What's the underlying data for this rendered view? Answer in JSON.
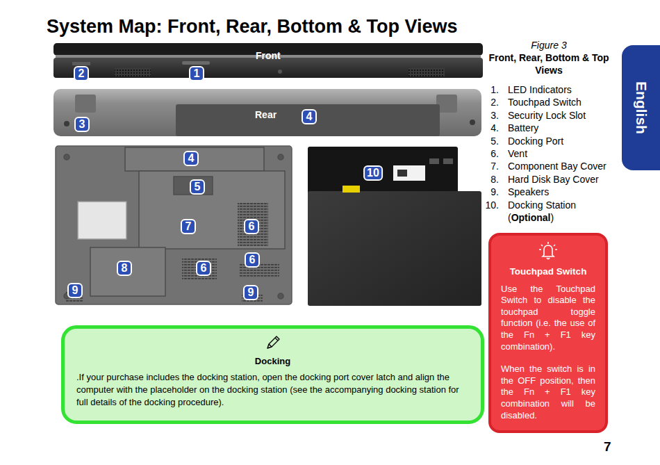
{
  "diagram": {
    "title": "System Map: Front, Rear, Bottom & Top Views",
    "caption": "Figure 3",
    "nodes": [
      {
        "text": [
          "English"
        ]
      },
      {
        "text": [
          "Touchpad Switch",
          "Use the Touchpad Switch to disable the touchpad toggle function (i.e. the use of the Fn + F1 key combination).",
          "When the switch is in the OFF position, then the Fn + F1 key combination will be disabled."
        ]
      },
      {
        "text": [
          "Docking",
          ".If your purchase includes the docking station, open the docking port cover latch and align the computer with the placeholder on the docking station (see the accompanying docking station for full details of the docking procedure)."
        ]
      }
    ],
    "labels": [
      "Front",
      "Rear",
      "1",
      "2",
      "3",
      "4",
      "4",
      "5",
      "7",
      "6",
      "8",
      "6",
      "6",
      "9",
      "9",
      "10",
      "Front, Rear, Bottom & Top Views",
      "1.",
      "LED Indicators",
      "2.",
      "Touchpad Switch",
      "3.",
      "Security Lock Slot",
      "4.",
      "Battery",
      "5.",
      "Docking Port",
      "6.",
      "Vent",
      "7.",
      "Component Bay Cover",
      "8.",
      "Hard Disk Bay Cover",
      "9.",
      "Speakers",
      "10.",
      "Docking Station",
      "(",
      "Optional",
      ")",
      "7"
    ]
  }
}
